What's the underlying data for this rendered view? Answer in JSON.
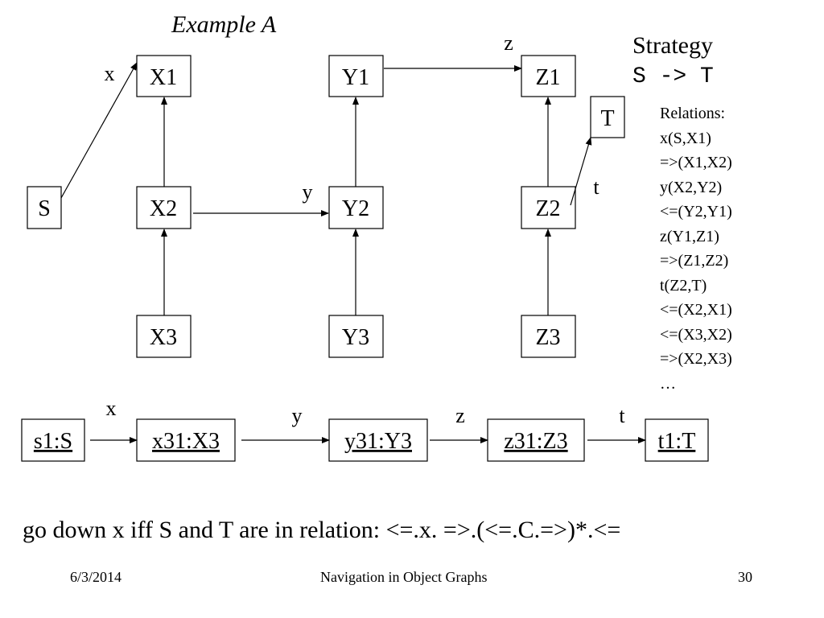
{
  "title": "Example A",
  "strategy": {
    "heading": "Strategy",
    "expression": "S -> T"
  },
  "relations": {
    "heading": "Relations:",
    "items": [
      "x(S,X1)",
      "=>(X1,X2)",
      "y(X2,Y2)",
      "<=(Y2,Y1)",
      "z(Y1,Z1)",
      "=>(Z1,Z2)",
      "t(Z2,T)",
      "<=(X2,X1)",
      "<=(X3,X2)",
      "=>(X2,X3)",
      "…"
    ]
  },
  "class_graph": {
    "nodes": {
      "S": "S",
      "X1": "X1",
      "X2": "X2",
      "X3": "X3",
      "Y1": "Y1",
      "Y2": "Y2",
      "Y3": "Y3",
      "Z1": "Z1",
      "Z2": "Z2",
      "Z3": "Z3",
      "T": "T"
    },
    "edge_labels": {
      "x": "x",
      "y": "y",
      "z": "z",
      "t": "t"
    }
  },
  "object_graph": {
    "nodes": [
      "s1:S",
      "x31:X3",
      "y31:Y3",
      "z31:Z3",
      "t1:T"
    ],
    "edge_labels": [
      "x",
      "y",
      "z",
      "t"
    ]
  },
  "bottom_text": "go down x iff S and T are in relation: <=.x. =>.(<=.C.=>)*.<=",
  "footer": {
    "date": "6/3/2014",
    "title": "Navigation in Object Graphs",
    "page": "30"
  }
}
